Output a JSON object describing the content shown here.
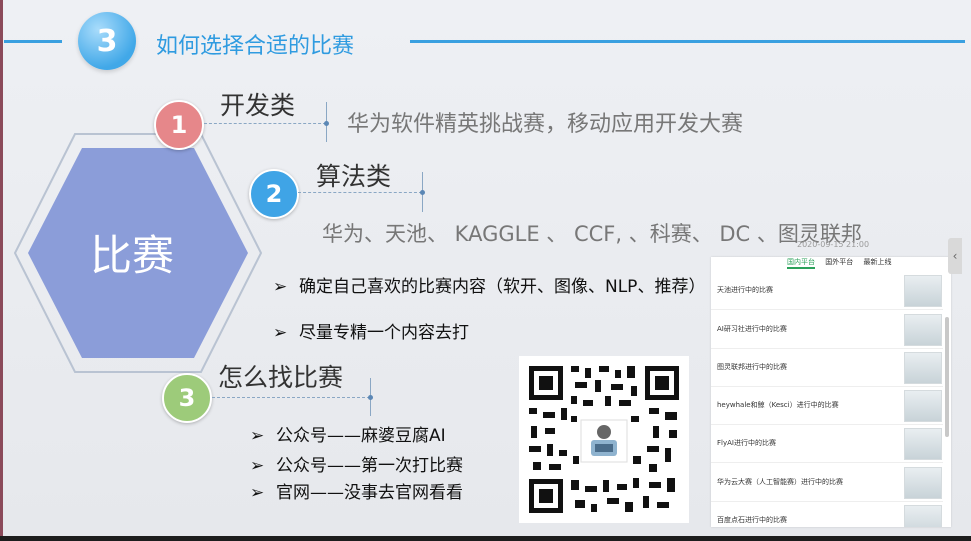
{
  "header": {
    "number": "3",
    "title": "如何选择合适的比赛"
  },
  "hexagon": {
    "label": "比赛"
  },
  "categories": [
    {
      "number": "1",
      "title": "开发类",
      "desc": "华为软件精英挑战赛，移动应用开发大赛"
    },
    {
      "number": "2",
      "title": "算法类",
      "desc": "华为、天池、 KAGGLE 、 CCF, 、科赛、 DC 、图灵联邦"
    },
    {
      "number": "3",
      "title": "怎么找比赛"
    }
  ],
  "bullets_mid": [
    "确定自己喜欢的比赛内容（软开、图像、NLP、推荐）",
    "尽量专精一个内容去打"
  ],
  "bullets_bottom": [
    "公众号——麻婆豆腐AI",
    "公众号——第一次打比赛",
    "官网——没事去官网看看"
  ],
  "arrow_glyph": "➢",
  "panel": {
    "date": "2020-09-15 21:00",
    "tabs": [
      "国内平台",
      "国外平台",
      "最新上线"
    ],
    "rows": [
      "天池进行中的比赛",
      "AI研习社进行中的比赛",
      "图灵联邦进行中的比赛",
      "heywhale和鲸（Kesci）进行中的比赛",
      "FlyAI进行中的比赛",
      "华为云大赛（人工智能赛）进行中的比赛",
      "百度点石进行中的比赛"
    ]
  },
  "side_tab": "‹",
  "colors": {
    "accent": "#3aa0e0",
    "hexagon": "#8b9dd9",
    "badge1": "#e6878a",
    "badge2": "#3fa4e6",
    "badge3": "#9dcb7a"
  }
}
